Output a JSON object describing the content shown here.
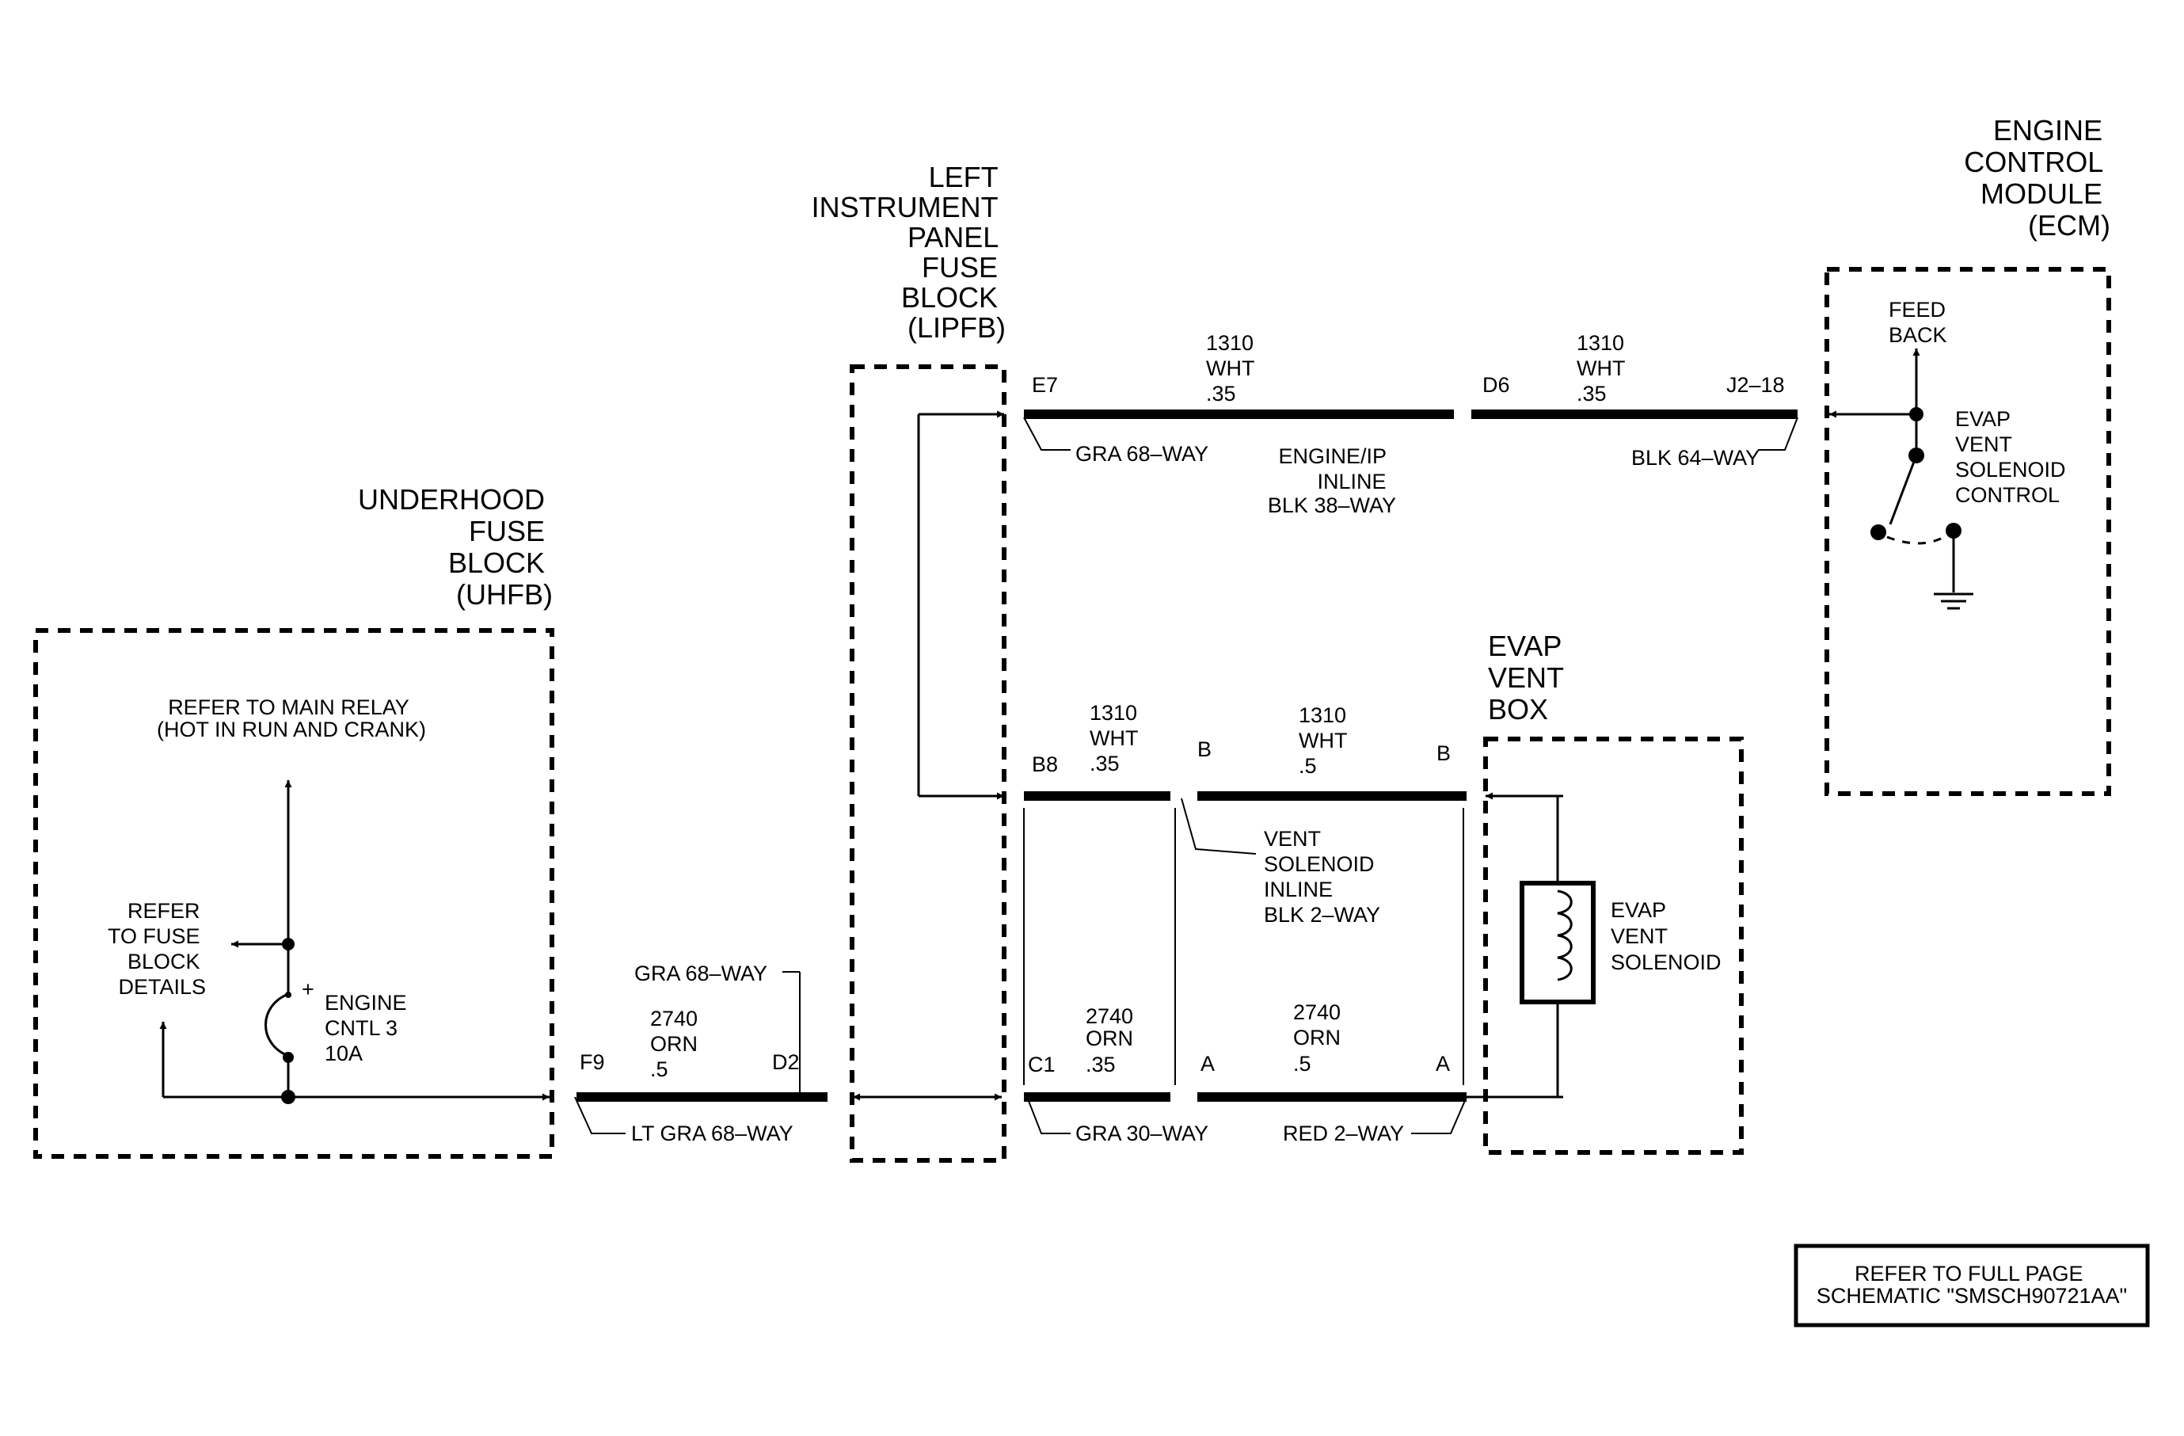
{
  "modules": {
    "ecm": {
      "title": [
        "ENGINE",
        "CONTROL",
        "MODULE",
        "(ECM)"
      ]
    },
    "lipfb": {
      "title": [
        "LEFT",
        "INSTRUMENT",
        "PANEL",
        "FUSE",
        "BLOCK",
        "(LIPFB)"
      ]
    },
    "uhfb": {
      "title": [
        "UNDERHOOD",
        "FUSE",
        "BLOCK",
        "(UHFB)"
      ]
    },
    "evap_box": {
      "title": [
        "EVAP",
        "VENT",
        "BOX"
      ]
    }
  },
  "uhfb_notes": {
    "main_relay": [
      "REFER TO MAIN RELAY",
      "(HOT IN RUN AND CRANK)"
    ],
    "fuse_details": [
      "REFER",
      "TO FUSE",
      "BLOCK",
      "DETAILS"
    ],
    "fuse": [
      "ENGINE",
      "CNTL 3",
      "10A"
    ],
    "plus": "+"
  },
  "ecm_internal": {
    "feedback": [
      "FEED",
      "BACK"
    ],
    "control": [
      "EVAP",
      "VENT",
      "SOLENOID",
      "CONTROL"
    ]
  },
  "solenoid": {
    "label": [
      "EVAP",
      "VENT",
      "SOLENOID"
    ]
  },
  "wires": {
    "w1310_e7": [
      "1310",
      "WHT",
      ".35"
    ],
    "w1310_d6": [
      "1310",
      "WHT",
      ".35"
    ],
    "w1310_b8": [
      "1310",
      "WHT",
      ".35"
    ],
    "w1310_b": [
      "1310",
      "WHT",
      ".5"
    ],
    "w2740_f9": [
      "2740",
      "ORN",
      ".5"
    ],
    "w2740_c1": [
      "2740",
      "ORN",
      ".35"
    ],
    "w2740_a": [
      "2740",
      "ORN",
      ".5"
    ]
  },
  "pins": {
    "e7": "E7",
    "d6": "D6",
    "j2_18": "J2–18",
    "b8": "B8",
    "b_left": "B",
    "b_right": "B",
    "f9": "F9",
    "d2": "D2",
    "c1": "C1",
    "a_left": "A",
    "a_right": "A"
  },
  "connectors": {
    "gra68_top": "GRA 68–WAY",
    "engine_ip": [
      "ENGINE/IP",
      "INLINE",
      "BLK 38–WAY"
    ],
    "blk64": "BLK 64–WAY",
    "vent_inline": [
      "VENT",
      "SOLENOID",
      "INLINE",
      "BLK 2–WAY"
    ],
    "gra68_bottom": "GRA 68–WAY",
    "lt_gra68": "LT GRA 68–WAY",
    "gra30": "GRA 30–WAY",
    "red2": "RED 2–WAY"
  },
  "reference": [
    "REFER TO FULL PAGE",
    "SCHEMATIC \"SMSCH90721AA\""
  ]
}
